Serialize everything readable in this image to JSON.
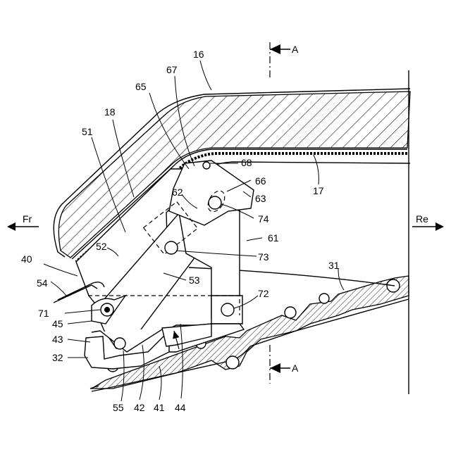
{
  "directions": {
    "front": "Fr",
    "rear": "Re"
  },
  "section": {
    "label": "A"
  },
  "labels": {
    "p16": "16",
    "p17": "17",
    "p18": "18",
    "p31": "31",
    "p32": "32",
    "p40": "40",
    "p41": "41",
    "p42": "42",
    "p43": "43",
    "p44": "44",
    "p45": "45",
    "p51": "51",
    "p52": "52",
    "p53": "53",
    "p54": "54",
    "p55": "55",
    "p61": "61",
    "p62": "62",
    "p63": "63",
    "p65": "65",
    "p66": "66",
    "p67": "67",
    "p68": "68",
    "p71": "71",
    "p72": "72",
    "p73": "73",
    "p74": "74"
  }
}
